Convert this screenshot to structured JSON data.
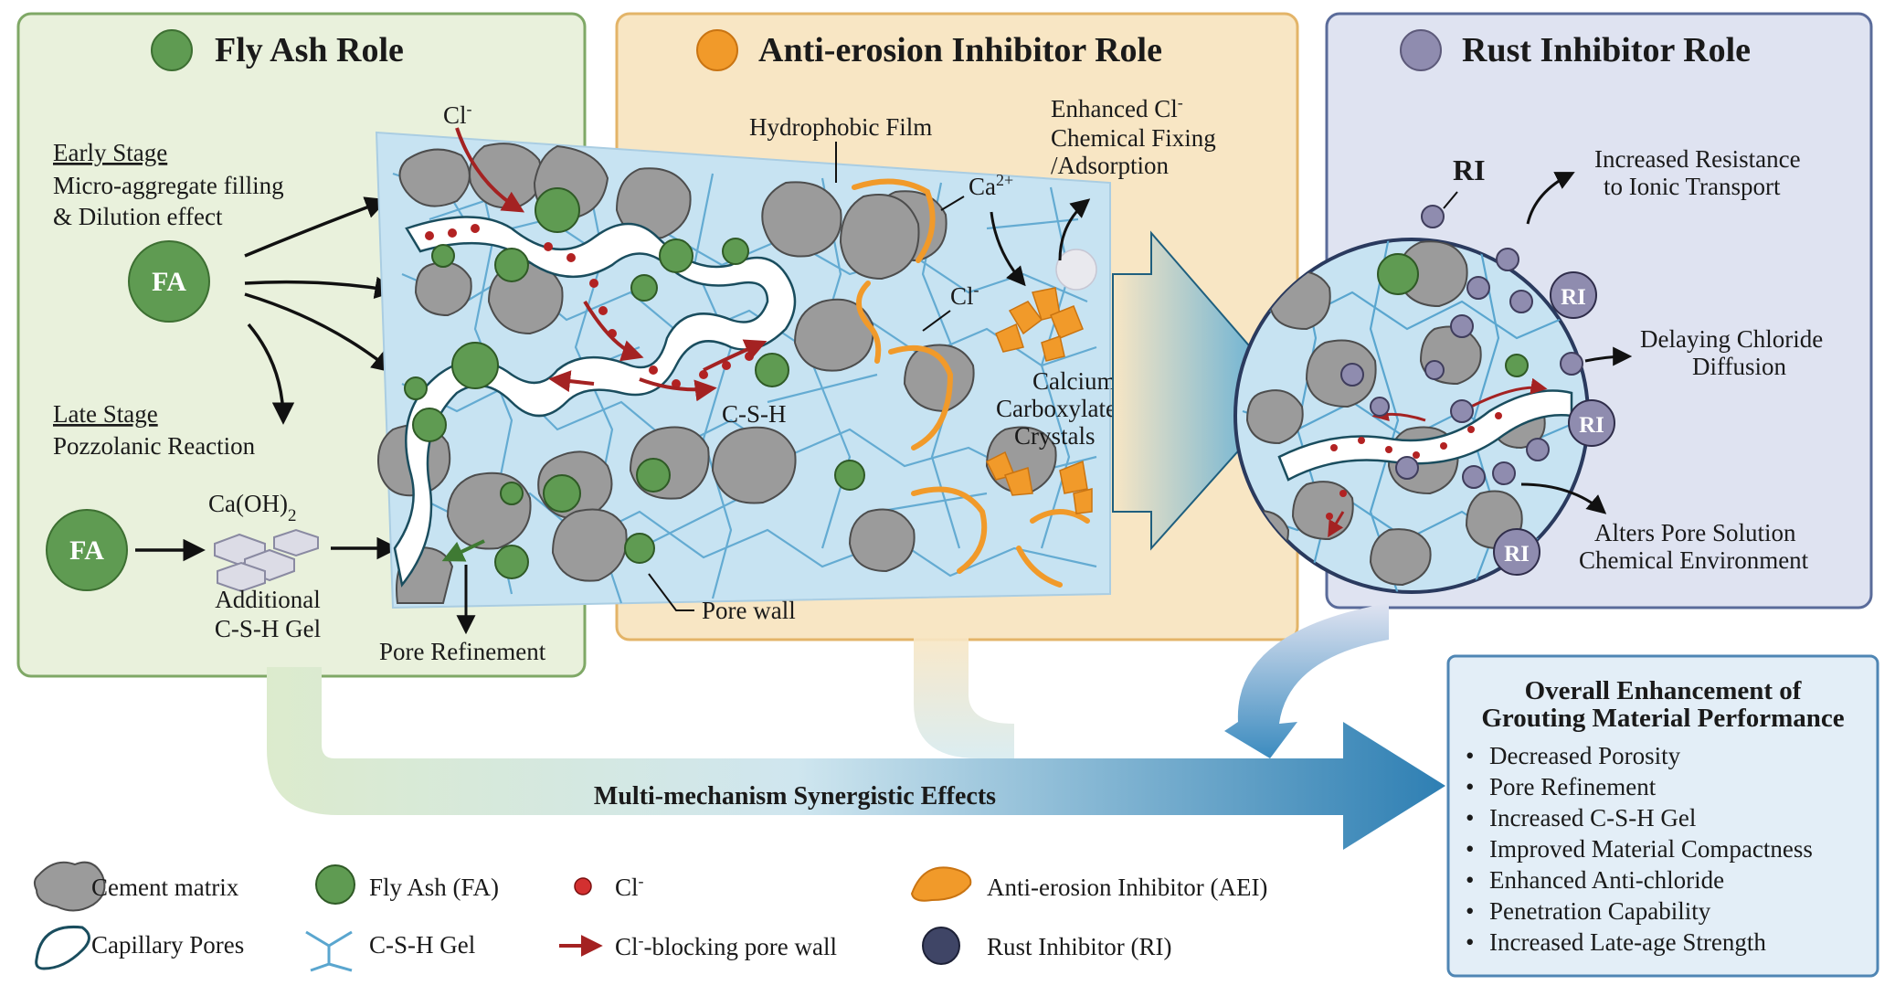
{
  "panels": {
    "fly_ash": {
      "title": "Fly Ash Role",
      "early_stage": "Early Stage",
      "early_line1": "Micro-aggregate filling",
      "early_line2": "& Dilution effect",
      "late_stage": "Late Stage",
      "late_line": "Pozzolanic Reaction",
      "fa_label": "FA",
      "caoh": "Ca(OH)",
      "caoh_sub": "2",
      "additional1": "Additional",
      "additional2": "C-S-H Gel",
      "cl": "Cl",
      "cl_sup": "-",
      "csh": "C-S-H",
      "pore_refinement": "Pore Refinement"
    },
    "aei": {
      "title": "Anti-erosion Inhibitor Role",
      "hydrophobic_film": "Hydrophobic Film",
      "ca": "Ca",
      "ca_sup": "2+",
      "cl": "Cl",
      "cl_sup": "-",
      "enhanced1": "Enhanced Cl",
      "enhanced1_sup": "-",
      "enhanced2": "Chemical Fixing",
      "enhanced3": "/Adsorption",
      "calcium1": "Calcium",
      "calcium2": "Carboxylate",
      "calcium3": "Crystals",
      "pore_wall": "Pore wall"
    },
    "rust": {
      "title": "Rust Inhibitor Role",
      "ri": "RI",
      "resistance1": "Increased Resistance",
      "resistance2": "to Ionic Transport",
      "delaying1": "Delaying Chloride",
      "delaying2": "Diffusion",
      "alters1": "Alters Pore Solution",
      "alters2": "Chemical Environment"
    }
  },
  "synergy": "Multi-mechanism Synergistic Effects",
  "overall": {
    "title1": "Overall Enhancement of",
    "title2": "Grouting Material Performance",
    "items": [
      "Decreased Porosity",
      "Pore Refinement",
      "Increased C-S-H Gel",
      "Improved Material Compactness",
      "Enhanced Anti-chloride",
      "Penetration Capability",
      "Increased Late-age Strength"
    ]
  },
  "legend": {
    "cement": "Cement matrix",
    "fly_ash": "Fly Ash (FA)",
    "cl": "Cl",
    "cl_sup": "-",
    "aei": "Anti-erosion Inhibitor (AEI)",
    "pores": "Capillary Pores",
    "csh": "C-S-H Gel",
    "blocking_cl": "Cl",
    "blocking_sup": "-",
    "blocking_rest": "-blocking pore wall",
    "ri": "Rust Inhibitor (RI)"
  },
  "colors": {
    "green_panel": "#e9f1dc",
    "green_border": "#7fa866",
    "tan_panel": "#f8e6c4",
    "tan_border": "#e3b468",
    "blue_panel": "#dfe3f1",
    "blue_border": "#5a6b9a",
    "fly_ash": "#5f9b52",
    "cement": "#9b9b9b",
    "aei_orange": "#f19a2a",
    "chloride": "#b22222",
    "rust_inhibitor": "#8f8caf",
    "pore_blue": "#c7e3f2",
    "csh_line": "#5aa6cf"
  }
}
